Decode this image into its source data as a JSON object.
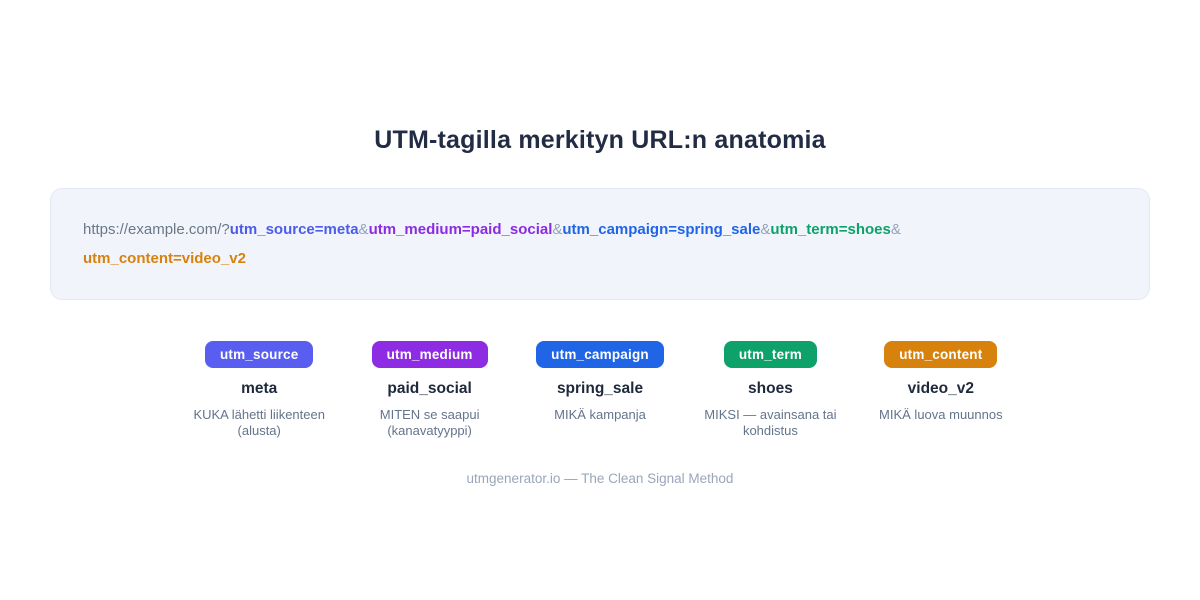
{
  "title": "UTM-tagilla merkityn URL:n anatomia",
  "url_bar": {
    "segments": [
      {
        "text": "https://example.com/?",
        "color": "#6b7787",
        "bold": false
      },
      {
        "text": "utm_source=meta",
        "color": "#4d5ce8",
        "bold": true
      },
      {
        "text": "&",
        "color": "#94a3b8",
        "bold": false
      },
      {
        "text": "utm_medium=paid_social",
        "color": "#8b2be2",
        "bold": true
      },
      {
        "text": "&",
        "color": "#94a3b8",
        "bold": false
      },
      {
        "text": "utm_campaign=spring_sale",
        "color": "#2065e6",
        "bold": true
      },
      {
        "text": "&",
        "color": "#94a3b8",
        "bold": false
      },
      {
        "text": "utm_term=shoes",
        "color": "#0ea169",
        "bold": true
      },
      {
        "text": "&",
        "color": "#94a3b8",
        "bold": false
      },
      {
        "text": "utm_content=video_v2",
        "color": "#d8820e",
        "bold": true,
        "break_before": true
      }
    ]
  },
  "parameters": [
    {
      "badge": "utm_source",
      "badge_color": "#5a5ef0",
      "value": "meta",
      "description": "KUKA lähetti liikenteen (alusta)"
    },
    {
      "badge": "utm_medium",
      "badge_color": "#8d2ce2",
      "value": "paid_social",
      "description": "MITEN se saapui (kanavatyyppi)"
    },
    {
      "badge": "utm_campaign",
      "badge_color": "#2065e6",
      "value": "spring_sale",
      "description": "MIKÄ kampanja"
    },
    {
      "badge": "utm_term",
      "badge_color": "#0ea169",
      "value": "shoes",
      "description": "MIKSI — avainsana tai kohdistus"
    },
    {
      "badge": "utm_content",
      "badge_color": "#d8820e",
      "value": "video_v2",
      "description": "MIKÄ luova muunnos"
    }
  ],
  "footer": "utmgenerator.io — The Clean Signal Method"
}
